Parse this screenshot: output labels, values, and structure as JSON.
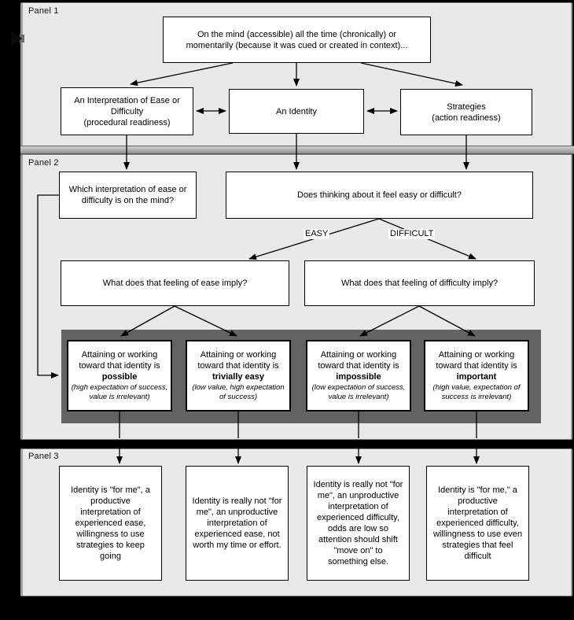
{
  "panel1": {
    "label": "Panel 1",
    "mind_box": {
      "line1": "On the mind (accessible) all the time (chronically) or",
      "line2": "momentarily (because it was cued or created in context)..."
    },
    "interpretation_box": {
      "line1": "An Interpretation of Ease or Difficulty",
      "line2": "(procedural readiness)"
    },
    "identity_box": "An Identity",
    "strategies_box": {
      "line1": "Strategies",
      "line2": "(action readiness)"
    }
  },
  "panel2": {
    "label": "Panel 2",
    "which_box": "Which interpretation of ease or difficulty is on the mind?",
    "does_box": "Does thinking about it feel easy or difficult?",
    "easy_label": "EASY",
    "difficult_label": "DIFFICULT",
    "ease_imply_box": "What does that feeling of ease imply?",
    "difficulty_imply_box": "What does that feeling of difficulty imply?",
    "outcome_boxes": [
      {
        "main": "Attaining or working toward that identity is",
        "emphasis": "possible",
        "note": "(high expectation of success, value is irrelevant)"
      },
      {
        "main": "Attaining or working toward that identity is",
        "emphasis": "trivially easy",
        "note": "(low value, high expectation of success)"
      },
      {
        "main": "Attaining or working toward that identity is",
        "emphasis": "impossible",
        "note": "(low expectation of success, value is irrelevant)"
      },
      {
        "main": "Attaining or working toward that identity is",
        "emphasis": "important",
        "note": "(high value, expectation of success is irrelevant)"
      }
    ]
  },
  "panel3": {
    "label": "Panel 3",
    "conclusion_boxes": [
      "Identity is \"for me\", a productive interpretation of experienced ease, willingness to use strategies to keep going",
      "Identity is really not \"for me\", an unproductive interpretation of experienced ease, not worth my time or effort.",
      "Identity is really not \"for me\", an unproductive interpretation of experienced difficulty, odds are low so attention should shift \"move on\" to something else.",
      "Identity is \"for me,\" a productive interpretation of experienced difficulty, willingness to use even strategies that feel difficult"
    ]
  },
  "colors": {
    "background": "#000000",
    "panel_bg": "#e9e9e9",
    "container_bg": "#636363",
    "box_bg": "#ffffff",
    "line": "#000000"
  }
}
